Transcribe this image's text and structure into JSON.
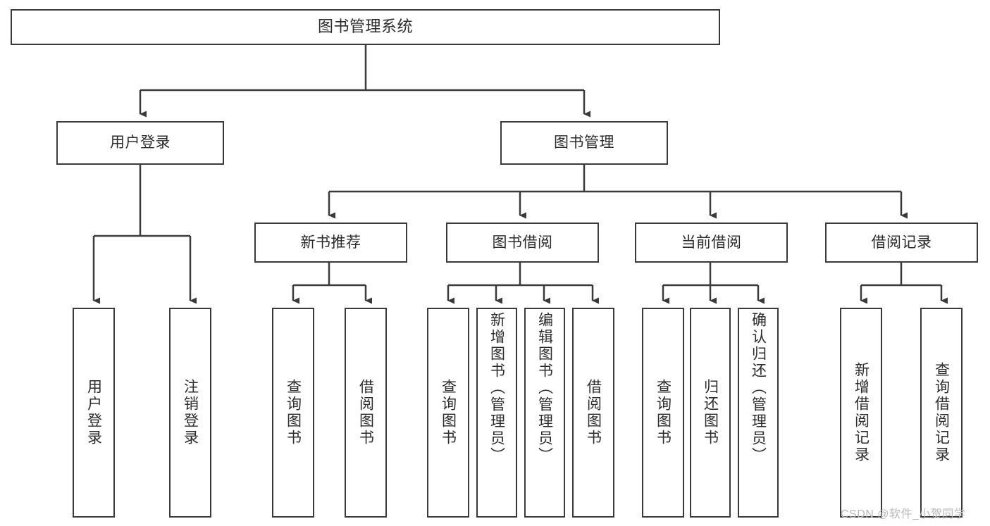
{
  "diagram": {
    "type": "tree",
    "title": "图书管理系统",
    "orientation": "top-down",
    "colors": {
      "box_border": "#3a3a3a",
      "box_fill": "#ffffff",
      "connector": "#3a3a3a",
      "text": "#2b2b2b",
      "watermark": "#b9b9b9",
      "background": "#ffffff"
    },
    "root": {
      "label": "图书管理系统"
    },
    "level2": [
      {
        "label": "用户登录"
      },
      {
        "label": "图书管理"
      }
    ],
    "level3": [
      {
        "label": "新书推荐"
      },
      {
        "label": "图书借阅"
      },
      {
        "label": "当前借阅"
      },
      {
        "label": "借阅记录"
      }
    ],
    "leaves": {
      "user_login": [
        {
          "label": "用户登录"
        },
        {
          "label": "注销登录"
        }
      ],
      "new_book_recommend": [
        {
          "label": "查询图书"
        },
        {
          "label": "借阅图书"
        }
      ],
      "book_borrow": [
        {
          "label": "查询图书"
        },
        {
          "label": "新增图书（管理员）"
        },
        {
          "label": "编辑图书（管理员）"
        },
        {
          "label": "借阅图书"
        }
      ],
      "current_borrow": [
        {
          "label": "查询图书"
        },
        {
          "label": "归还图书"
        },
        {
          "label": "确认归还（管理员）"
        }
      ],
      "borrow_record": [
        {
          "label": "新增借阅记录"
        },
        {
          "label": "查询借阅记录"
        }
      ]
    }
  },
  "watermark": {
    "text": "CSDN @软件_小贺同学"
  }
}
